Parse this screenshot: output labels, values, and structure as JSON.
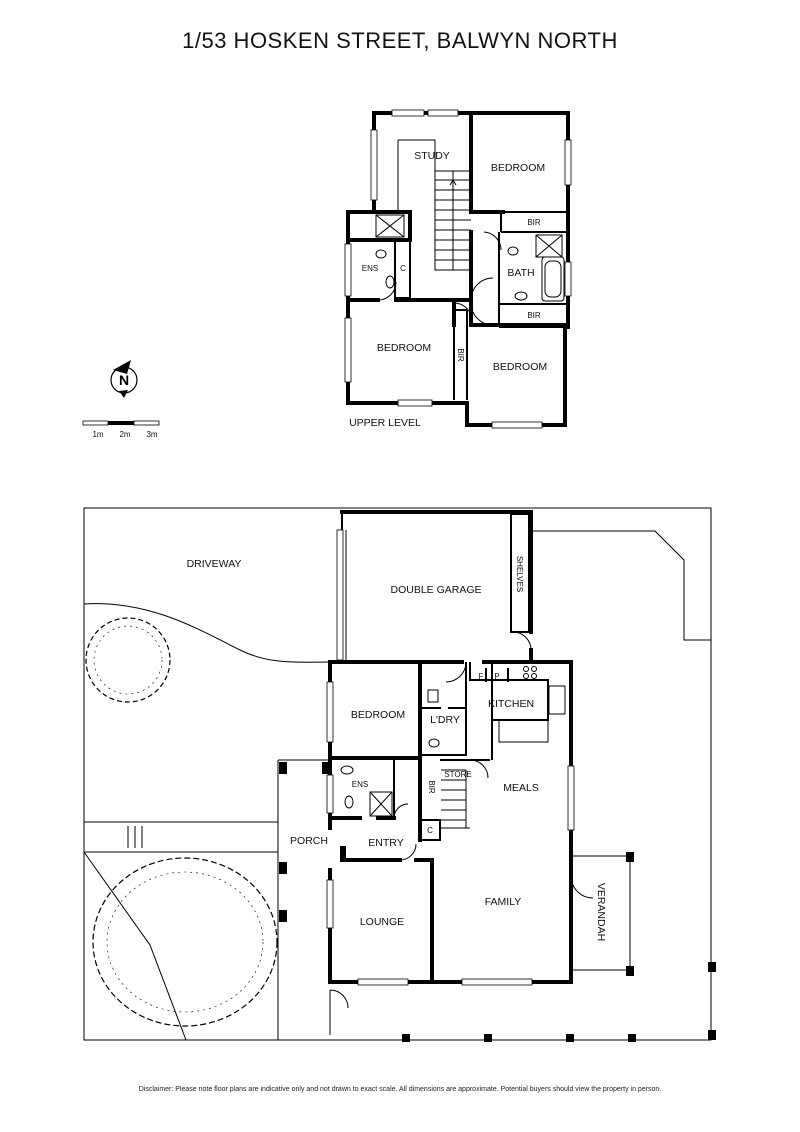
{
  "title": "1/53 HOSKEN STREET, BALWYN NORTH",
  "upper": {
    "level_label": "UPPER LEVEL",
    "rooms": {
      "study": "STUDY",
      "bedroom_ne": "BEDROOM",
      "bir_top": "BIR",
      "bath": "BATH",
      "bir_bottom": "BIR",
      "ens": "ENS",
      "c": "C",
      "bedroom_sw": "BEDROOM",
      "bir_vertical": "BIR",
      "bedroom_se": "BEDROOM"
    }
  },
  "scale": {
    "labels": [
      "1m",
      "2m",
      "3m"
    ]
  },
  "compass": {
    "letter": "N"
  },
  "ground": {
    "rooms": {
      "driveway": "DRIVEWAY",
      "garage": "DOUBLE GARAGE",
      "shelves": "SHELVES",
      "f": "F",
      "p": "P",
      "kitchen": "KITCHEN",
      "bedroom": "BEDROOM",
      "ldry": "L'DRY",
      "store": "STORE",
      "meals": "MEALS",
      "ens": "ENS",
      "bir": "BIR",
      "c": "C",
      "porch": "PORCH",
      "entry": "ENTRY",
      "family": "FAMILY",
      "verandah": "VERANDAH",
      "lounge": "LOUNGE"
    }
  },
  "disclaimer": "Disclaimer: Please note floor plans are indicative only and not drawn to exact scale. All dimensions are approximate. Potential buyers should view the property in person."
}
